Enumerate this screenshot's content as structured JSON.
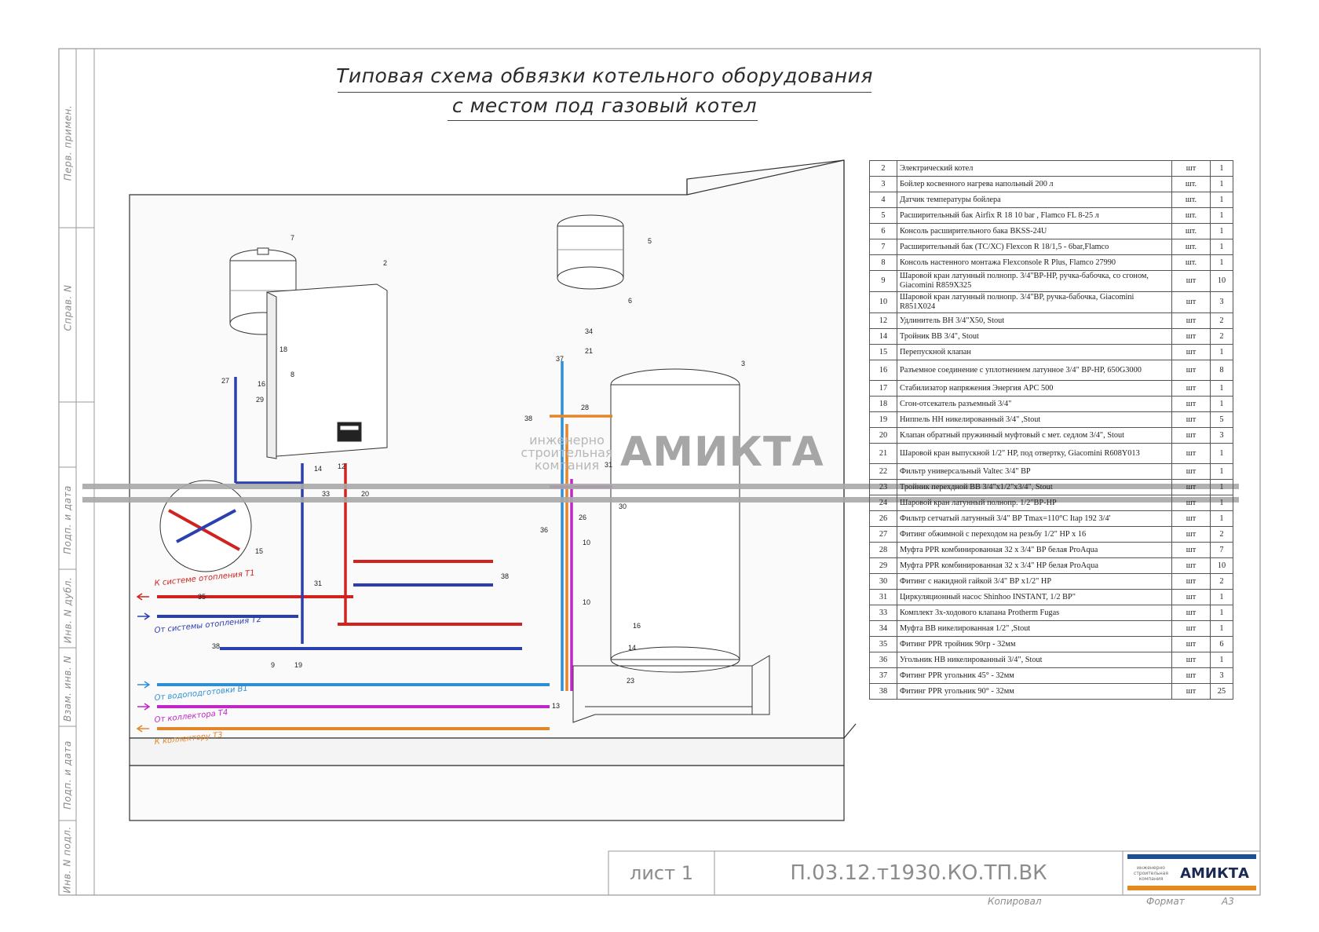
{
  "title": {
    "line1": "Типовая схема обвязки котельного оборудования",
    "line2": "с местом под газовый котел"
  },
  "side_labels": [
    "Перв. примен.",
    "Справ. N",
    "Подп. и дата",
    "Инв. N дубл.",
    "Взам. инв. N",
    "Подп. и дата",
    "Инв. N подл."
  ],
  "watermark": {
    "sub_lines": [
      "инженерно",
      "строительная",
      "компания"
    ],
    "brand": "АМИКТА"
  },
  "pipes": {
    "t1": {
      "text": "К системе отопления Т1",
      "color": "#d0231f"
    },
    "t2": {
      "text": "От системы отопления Т2",
      "color": "#2a3fb0"
    },
    "b1": {
      "text": "От водоподготовки В1",
      "color": "#2e8fd6"
    },
    "t4": {
      "text": "От коллектора Т4",
      "color": "#c026c8"
    },
    "t3": {
      "text": "К коллектору Т3",
      "color": "#e3862a"
    }
  },
  "spec_rows": [
    {
      "pos": "2",
      "name": "Электрический котел",
      "unit": "шт",
      "qty": "1"
    },
    {
      "pos": "3",
      "name": "Бойлер косвенного нагрева напольный 200 л",
      "unit": "шт.",
      "qty": "1"
    },
    {
      "pos": "4",
      "name": "Датчик температуры бойлера",
      "unit": "шт.",
      "qty": "1"
    },
    {
      "pos": "5",
      "name": "Расширительный бак Airfix R 18 10 bar , Flamco FL 8-25 л",
      "unit": "шт.",
      "qty": "1"
    },
    {
      "pos": "6",
      "name": "Консоль расширительного бака BKSS-24U",
      "unit": "шт.",
      "qty": "1"
    },
    {
      "pos": "7",
      "name": "Расширительный бак (ТС/ХС) Flexcon R 18/1,5 - 6bar,Flamco",
      "unit": "шт.",
      "qty": "1"
    },
    {
      "pos": "8",
      "name": "Консоль настенного монтажа Flexconsole R Plus, Flamco 27990",
      "unit": "шт.",
      "qty": "1"
    },
    {
      "pos": "9",
      "name": "Шаровой кран латунный полнопр. 3/4\"ВР-НР, ручка-бабочка, со сгоном, Giacomini R859X325",
      "unit": "шт",
      "qty": "10"
    },
    {
      "pos": "10",
      "name": "Шаровой кран латунный полнопр. 3/4\"ВР, ручка-бабочка, Giacomini R851X024",
      "unit": "шт",
      "qty": "3"
    },
    {
      "pos": "12",
      "name": "Удлинитель ВН 3/4\"X50, Stout",
      "unit": "шт",
      "qty": "2"
    },
    {
      "pos": "14",
      "name": "Тройник ВВ 3/4\", Stout",
      "unit": "шт",
      "qty": "2"
    },
    {
      "pos": "15",
      "name": "Перепускной клапан",
      "unit": "шт",
      "qty": "1"
    },
    {
      "pos": "16",
      "name": "Разъемное соединение с уплотнением латунное 3/4\" ВР-НР, 650G3000",
      "unit": "шт",
      "qty": "8"
    },
    {
      "pos": "17",
      "name": "Стабилизатор напряжения Энергия АРС 500",
      "unit": "шт",
      "qty": "1"
    },
    {
      "pos": "18",
      "name": "Сгон-отсекатель разъемный 3/4\"",
      "unit": "шт",
      "qty": "1"
    },
    {
      "pos": "19",
      "name": "Ниппель НН никелированный 3/4\" ,Stout",
      "unit": "шт",
      "qty": "5"
    },
    {
      "pos": "20",
      "name": "Клапан обратный пружинный муфтовый с мет. седлом 3/4\", Stout",
      "unit": "шт",
      "qty": "3"
    },
    {
      "pos": "21",
      "name": "Шаровой кран выпускной 1/2\" НР, под отвертку, Giacomini R608Y013",
      "unit": "шт",
      "qty": "1"
    },
    {
      "pos": "22",
      "name": "Фильтр универсальный Valtec 3/4\" ВР",
      "unit": "шт",
      "qty": "1"
    },
    {
      "pos": "23",
      "name": "Тройник перехдной ВВ 3/4\"x1/2\"x3/4\", Stout",
      "unit": "шт",
      "qty": "1"
    },
    {
      "pos": "24",
      "name": "Шаровой кран латунный полнопр. 1/2\"ВР-НР",
      "unit": "шт",
      "qty": "1"
    },
    {
      "pos": "26",
      "name": "Фильтр сетчатый латунный 3/4\" ВР Tmax=110°C Itap 192 3/4'",
      "unit": "шт",
      "qty": "1"
    },
    {
      "pos": "27",
      "name": "Фитинг обжимной с переходом на резьбу 1/2\" НР х 16",
      "unit": "шт",
      "qty": "2"
    },
    {
      "pos": "28",
      "name": "Муфта PPR комбинированная 32 х 3/4\" ВР белая ProAqua",
      "unit": "шт",
      "qty": "7"
    },
    {
      "pos": "29",
      "name": "Муфта PPR комбинированная 32 х 3/4\" НР белая ProAqua",
      "unit": "шт",
      "qty": "10"
    },
    {
      "pos": "30",
      "name": "Фитинг с накидной гайкой 3/4\" ВР х1/2\" НР",
      "unit": "шт",
      "qty": "2"
    },
    {
      "pos": "31",
      "name": "Циркуляционный насос Shinhoo INSTANT, 1/2 ВР\"",
      "unit": "шт",
      "qty": "1"
    },
    {
      "pos": "33",
      "name": "Комплект 3х-ходового клапана Protherm Fugas",
      "unit": "шт",
      "qty": "1"
    },
    {
      "pos": "34",
      "name": "Муфта ВВ никелированная 1/2\" ,Stout",
      "unit": "шт",
      "qty": "1"
    },
    {
      "pos": "35",
      "name": "Фитинг PPR тройник 90гр - 32мм",
      "unit": "шт",
      "qty": "6"
    },
    {
      "pos": "36",
      "name": "Угольник НВ никелированный 3/4\", Stout",
      "unit": "шт",
      "qty": "1"
    },
    {
      "pos": "37",
      "name": "Фитинг PPR угольник 45° - 32мм",
      "unit": "шт",
      "qty": "3"
    },
    {
      "pos": "38",
      "name": "Фитинг PPR угольник 90° - 32мм",
      "unit": "шт",
      "qty": "25"
    }
  ],
  "stamp": {
    "sheet": "лист 1",
    "code": "П.03.12.т1930.КО.ТП.ВК",
    "logo_brand": "АМИКТА",
    "logo_sub": "инженерно строительная компания"
  },
  "footer": {
    "copied": "Копировал",
    "format_label": "Формат",
    "format_value": "А3"
  },
  "callouts": [
    "2",
    "3",
    "5",
    "6",
    "7",
    "8",
    "9",
    "10",
    "12",
    "13",
    "14",
    "15",
    "16",
    "18",
    "19",
    "20",
    "21",
    "23",
    "26",
    "27",
    "28",
    "29",
    "30",
    "31",
    "33",
    "34",
    "35",
    "36",
    "37",
    "38"
  ]
}
